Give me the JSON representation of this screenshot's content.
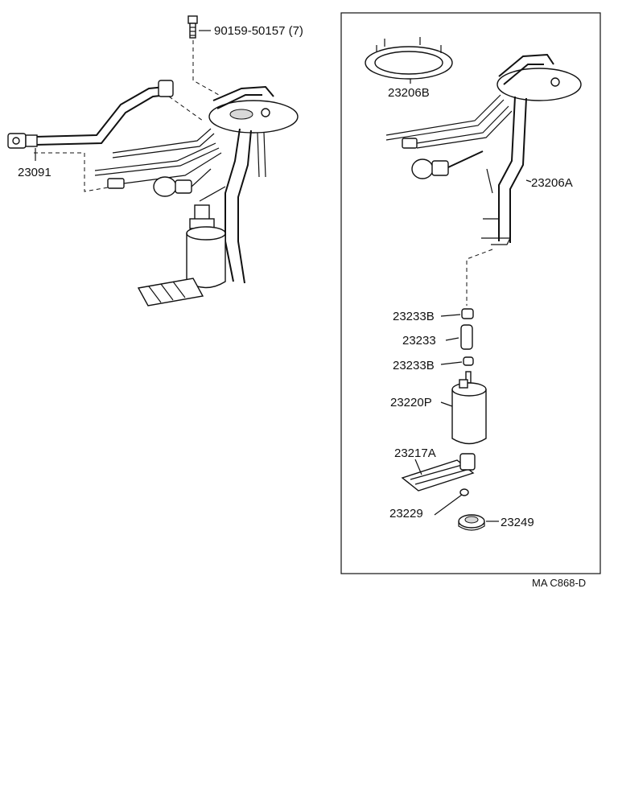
{
  "diagram_code": "MA C868-D",
  "parts": {
    "bolt": "90159-50157 (7)",
    "hose": "23091",
    "gasket": "23206B",
    "bracket": "23206A",
    "clamp_upper": "23233B",
    "pump_hose": "23233",
    "clamp_lower": "23233B",
    "pump": "23220P",
    "filter": "23217A",
    "clip": "23229",
    "cushion": "23249"
  },
  "colors": {
    "ink": "#111111",
    "paper": "#ffffff"
  }
}
